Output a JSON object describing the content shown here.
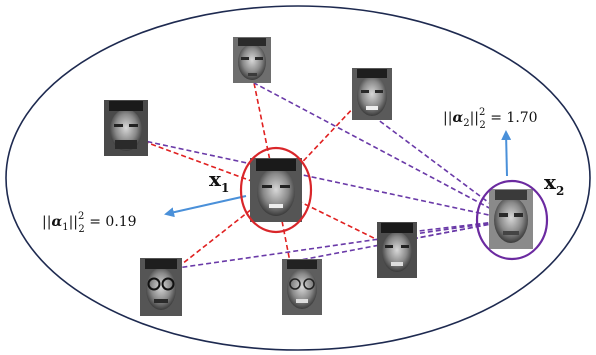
{
  "labels": {
    "x1": {
      "main": "x",
      "sub": "1"
    },
    "x2": {
      "main": "x",
      "sub": "2"
    },
    "alpha1": {
      "lead": "||",
      "alpha": "α",
      "sub_alpha": "1",
      "mid": "||",
      "sup": "2",
      "sub": "2",
      "tail": " = 0.19"
    },
    "alpha2": {
      "lead": "||",
      "alpha": "α",
      "sub_alpha": "2",
      "mid": "||",
      "sup": "2",
      "sub": "2",
      "tail": " = 1.70"
    }
  },
  "colors": {
    "border": "#1e2a50",
    "x1_edges": "#e02020",
    "x2_edges": "#6a3aa8",
    "x1_circle": "#d9262a",
    "x2_circle": "#6b2aa0",
    "arrow": "#4a90d9"
  },
  "icons": [
    "face-photo"
  ]
}
